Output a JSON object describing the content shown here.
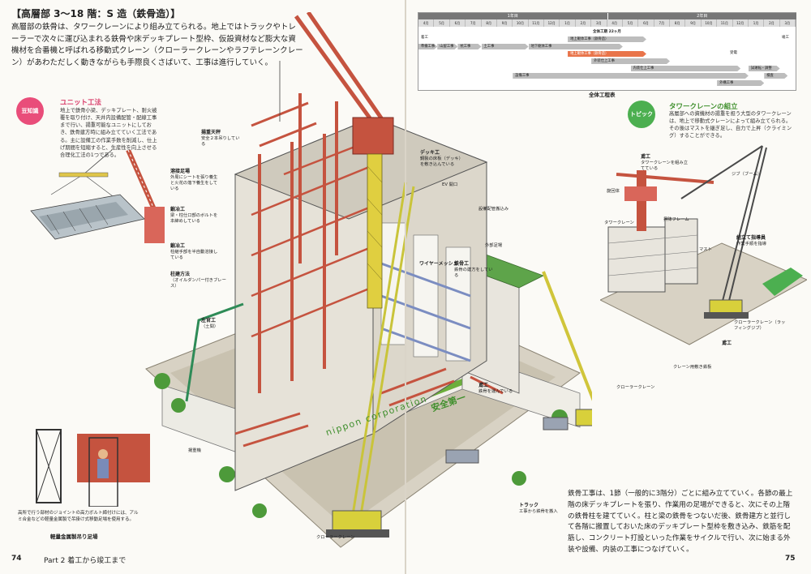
{
  "left_page": {
    "section_title": "【高層部 3～18 階：S 造（鉄骨造）】",
    "intro": "高層部の鉄骨は、タワークレーンにより組み立てられる。地上ではトラックやトレーラーで次々に運び込まれる鉄骨や床デッキプレート型枠、仮設資材など膨大な資機材を合番機と呼ばれる移動式クレーン（クローラークレーンやラフテレーンクレーン）があわただしく動きながらも手際良くさばいて、工事は進行していく。",
    "tip_badge": "豆知識",
    "tip_title": "ユニット工法",
    "tip_body": "地上で鉄骨小梁、デッキプレート、耐火被覆を取り付け、天井内設備配管・配線工事まで行い、揚重可能なユニットにしておき、鉄骨建方時に組み立てていく工法である。主に設備工の作業手数を削減し、仕上げ期間を短縮すると、生産性を向上させる合理化工法の1つである。",
    "footer_caption_left": "高所で行う部材のジョイントの高力ボルト締付けには、アルミ合金などの軽量金属製で吊掛け式移動足場を使用する。",
    "footer_label_left": "軽量金属製吊り足場",
    "page_number": "74",
    "part_label": "Part 2  着工から竣工まで"
  },
  "callouts_left": [
    {
      "title": "揚重天秤",
      "text": "安全２本吊りしている"
    },
    {
      "title": "溶接足場",
      "text": "外周にシートを張り養生と火花の落下養生をしている"
    },
    {
      "title": "鍛冶工",
      "text": "梁・柱仕口部のボルトを本締めしている"
    },
    {
      "title": "鍛冶工",
      "text": "柱継手部を半自動溶接している"
    },
    {
      "title": "柱建方法",
      "text": "（オイルダンパー付きブレース）"
    },
    {
      "title": "左官工",
      "text": "（土間）"
    },
    {
      "title": "",
      "text": "揚重機"
    },
    {
      "title": "",
      "text": "クローラークレーン"
    }
  ],
  "callouts_center": [
    {
      "title": "デッキ工",
      "text": "鋼製の床板（デッキ）を敷き込んでいる"
    },
    {
      "title": "",
      "text": "EV 開口"
    },
    {
      "title": "",
      "text": "外部足場"
    },
    {
      "title": "ワイヤーメッシュ",
      "text": ""
    },
    {
      "title": "鉄骨工",
      "text": "鉄骨の建方をしている"
    },
    {
      "title": "",
      "text": "設備配管搬込み"
    },
    {
      "title": "鳶工",
      "text": "鉄骨を運んでいる"
    },
    {
      "title": "トラック",
      "text": "工事から鉄骨を搬入"
    },
    {
      "title": "",
      "text": "クローラークレーン"
    }
  ],
  "signage": {
    "fence_text": "nippon corporation",
    "safety_banner": "安全第一"
  },
  "right_page": {
    "gantt": {
      "caption": "全体工程表",
      "year_labels": [
        "1年目",
        "2年目"
      ],
      "months": [
        "4月",
        "5月",
        "6月",
        "7月",
        "8月",
        "9月",
        "10月",
        "11月",
        "12月",
        "1月",
        "2月",
        "3月",
        "4月",
        "5月",
        "6月",
        "7月",
        "8月",
        "9月",
        "10月",
        "11月",
        "12月",
        "1月",
        "2月",
        "3月"
      ],
      "milestones": [
        "着工",
        "竣工",
        "全体工期 22ヶ月",
        "受電"
      ],
      "bars": [
        {
          "label": "準備工事",
          "start": 0,
          "span": 1.2,
          "row": 0,
          "hl": false
        },
        {
          "label": "山留工事",
          "start": 1.2,
          "span": 1.3,
          "row": 0,
          "hl": false
        },
        {
          "label": "杭工事",
          "start": 2.5,
          "span": 1.5,
          "row": 0,
          "hl": false
        },
        {
          "label": "土工事",
          "start": 4,
          "span": 3,
          "row": 0,
          "hl": false
        },
        {
          "label": "地下躯体工事",
          "start": 7,
          "span": 6,
          "row": 0,
          "hl": false
        },
        {
          "label": "地上躯体工事（鉄骨造）",
          "start": 9.5,
          "span": 5,
          "row": -1,
          "hl": false
        },
        {
          "label": "地上躯体工事（鉄骨造）",
          "start": 9.5,
          "span": 5,
          "row": 1,
          "hl": true
        },
        {
          "label": "外装仕上工事",
          "start": 11,
          "span": 5,
          "row": 2,
          "hl": false
        },
        {
          "label": "内装仕上工事",
          "start": 13.5,
          "span": 7,
          "row": 3,
          "hl": false
        },
        {
          "label": "設備工事",
          "start": 6,
          "span": 15,
          "row": 4,
          "hl": false
        },
        {
          "label": "外構工事",
          "start": 19,
          "span": 3,
          "row": 5,
          "hl": false
        },
        {
          "label": "試運転・調整",
          "start": 21,
          "span": 2,
          "row": 3,
          "hl": false
        },
        {
          "label": "検査",
          "start": 22,
          "span": 1.5,
          "row": 4,
          "hl": false
        }
      ]
    },
    "topic_badge": "トピック",
    "topic_title": "タワークレーンの組立",
    "topic_body": "高層部への資機材の揚重を担う大型のタワークレーンは、地上で移動式クレーンによって組み立てられる。その後はマストを継ぎ足し、自力で上昇（クライミング）することができる。",
    "crane_callouts": [
      {
        "title": "鳶工",
        "text": "タワークレーンを組み立てている"
      },
      {
        "title": "",
        "text": "旋回体"
      },
      {
        "title": "",
        "text": "ジブ（ブーム）"
      },
      {
        "title": "",
        "text": "タワークレーン"
      },
      {
        "title": "",
        "text": "昇降フレーム"
      },
      {
        "title": "",
        "text": "マスト"
      },
      {
        "title": "組立て指導員",
        "text": "作業手順を指導"
      },
      {
        "title": "",
        "text": "クローラークレーン（ラッフィングジブ）"
      },
      {
        "title": "",
        "text": "クレーン用敷き鉄板"
      },
      {
        "title": "鳶工",
        "text": ""
      }
    ],
    "body": "鉄骨工事は、1節（一般的に3階分）ごとに組み立てていく。各節の最上階の床デッキプレートを張り、作業用の足場ができると、次にその上階の鉄骨柱を建てていく。柱と梁の鉄骨をつないだ後、鉄骨建方と並行して各階に搬置しておいた床のデッキプレート型枠を敷き込み、鉄筋を配筋し、コンクリート打設といった作業をサイクルで行い、次に始まる外装や設備、内装の工事につなげていく。",
    "page_number": "75"
  },
  "colors": {
    "accent_pink": "#e94d7a",
    "accent_green": "#4caf50",
    "gantt_highlight": "#e9744a",
    "steel_red": "#c5533f",
    "crane_yellow": "#d9d33a"
  }
}
